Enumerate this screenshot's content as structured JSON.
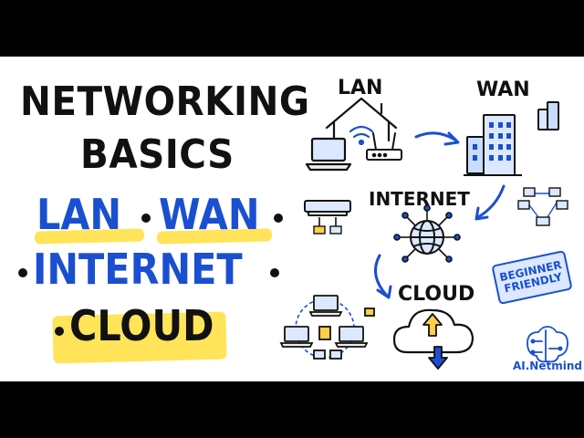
{
  "title": {
    "line1": "NETWORKING",
    "line2": "BASICS"
  },
  "topics": {
    "lan": "LAN",
    "wan": "WAN",
    "internet": "INTERNET",
    "cloud": "CLOUD"
  },
  "diagram": {
    "lan_label": "LAN",
    "wan_label": "WAN",
    "internet_label": "INTERNET",
    "cloud_label": "CLOUD"
  },
  "badge": {
    "line1": "BEGINNER",
    "line2": "FRIENDLY"
  },
  "brand": {
    "name": "AI.Netmind"
  },
  "colors": {
    "accent_blue": "#1a4fd0",
    "highlight_yellow": "#ffe45a",
    "ink": "#111111",
    "panel_bg": "#ffffff",
    "letterbox": "#000000"
  },
  "icons": [
    "house-wifi-icon",
    "laptop-icon",
    "router-icon",
    "office-building-icon",
    "network-switch-icon",
    "globe-icon",
    "cloud-upload-download-icon",
    "brain-circuit-icon"
  ]
}
